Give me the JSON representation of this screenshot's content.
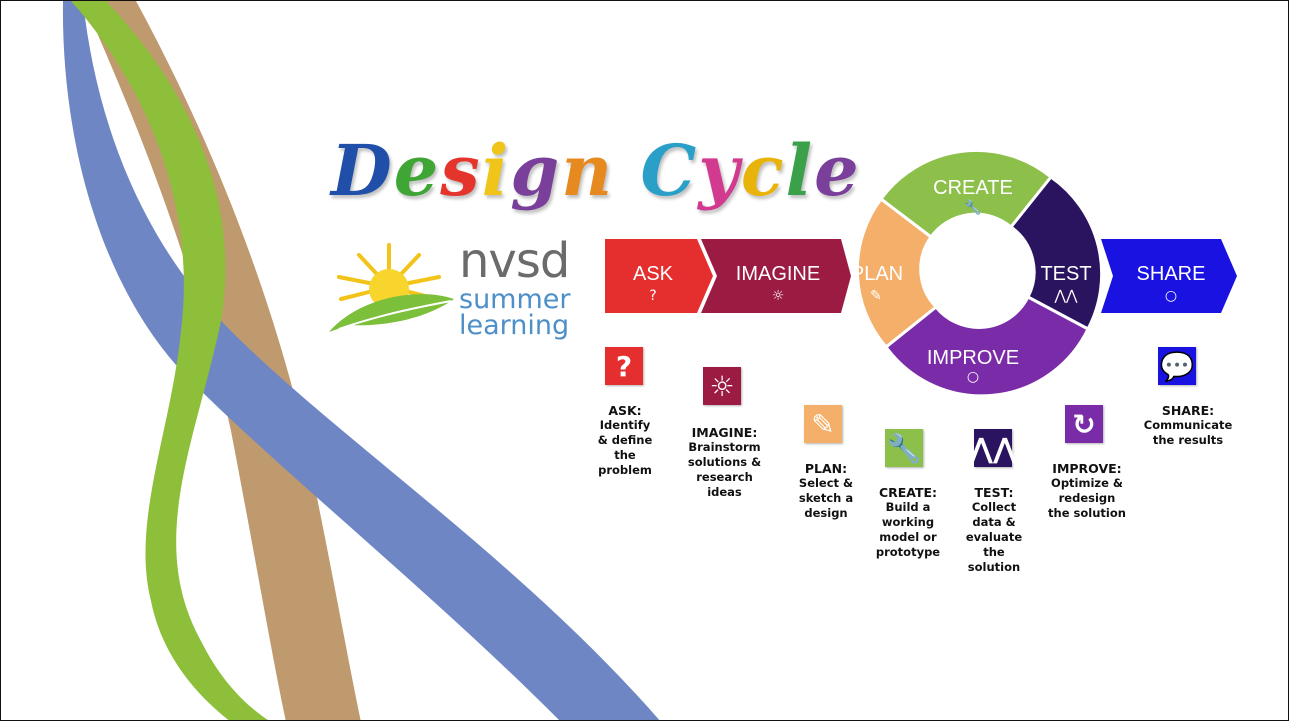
{
  "title": {
    "text": "Design Cycle",
    "letters": [
      "D",
      "e",
      "s",
      "i",
      "g",
      "n",
      " ",
      "C",
      "y",
      "c",
      "l",
      "e"
    ],
    "letter_colors": [
      "#1f4fa8",
      "#3fa535",
      "#e4342b",
      "#f0c419",
      "#7a3f9a",
      "#e68a1f",
      "#ffffff",
      "#2aa0c9",
      "#d23a8f",
      "#e8b40c",
      "#3aa14a",
      "#7a3f9a"
    ]
  },
  "logo": {
    "word1": "nvsd",
    "word2": "summer",
    "word3": "learning",
    "icon": "sun-leaf-icon"
  },
  "arrow_steps": [
    {
      "label": "ASK",
      "icon_glyph": "?",
      "color": "#e52e2e"
    },
    {
      "label": "IMAGINE",
      "icon_glyph": "☼",
      "color": "#9b1b43"
    },
    {
      "label": "SHARE",
      "icon_glyph": "○",
      "color": "#1a12e0"
    }
  ],
  "cycle": [
    {
      "label": "CREATE",
      "icon_glyph": "🔧",
      "color": "#8dc04a"
    },
    {
      "label": "TEST",
      "icon_glyph": "⋀⋀",
      "color": "#2a1460"
    },
    {
      "label": "IMPROVE",
      "icon_glyph": "○",
      "color": "#7a2ca8"
    },
    {
      "label": "PLAN",
      "icon_glyph": "✎",
      "color": "#f4b06a"
    }
  ],
  "details": [
    {
      "heading": "ASK:",
      "lines": [
        "Identify",
        "& define",
        "the",
        "problem"
      ],
      "tile_color": "#e52e2e",
      "tile_glyph": "?"
    },
    {
      "heading": "IMAGINE:",
      "lines": [
        "Brainstorm",
        "solutions &",
        "research",
        "ideas"
      ],
      "tile_color": "#9b1b43",
      "tile_glyph": "☼"
    },
    {
      "heading": "PLAN:",
      "lines": [
        "Select &",
        "sketch a",
        "design"
      ],
      "tile_color": "#f4b06a",
      "tile_glyph": "✎"
    },
    {
      "heading": "CREATE:",
      "lines": [
        "Build a",
        "working",
        "model or",
        "prototype"
      ],
      "tile_color": "#8dc04a",
      "tile_glyph": "🔧"
    },
    {
      "heading": "TEST:",
      "lines": [
        "Collect",
        "data &",
        "evaluate",
        "the",
        "solution"
      ],
      "tile_color": "#2a1460",
      "tile_glyph": "⋀⋀"
    },
    {
      "heading": "IMPROVE:",
      "lines": [
        "Optimize &",
        "redesign",
        "the solution"
      ],
      "tile_color": "#7a2ca8",
      "tile_glyph": "↻"
    },
    {
      "heading": "SHARE:",
      "lines": [
        "Communicate",
        "the results"
      ],
      "tile_color": "#1a12e0",
      "tile_glyph": "💬"
    }
  ],
  "ribbon_colors": {
    "green": "#8dbf3a",
    "tan": "#bf9a6e",
    "blue": "#6e86c4"
  }
}
